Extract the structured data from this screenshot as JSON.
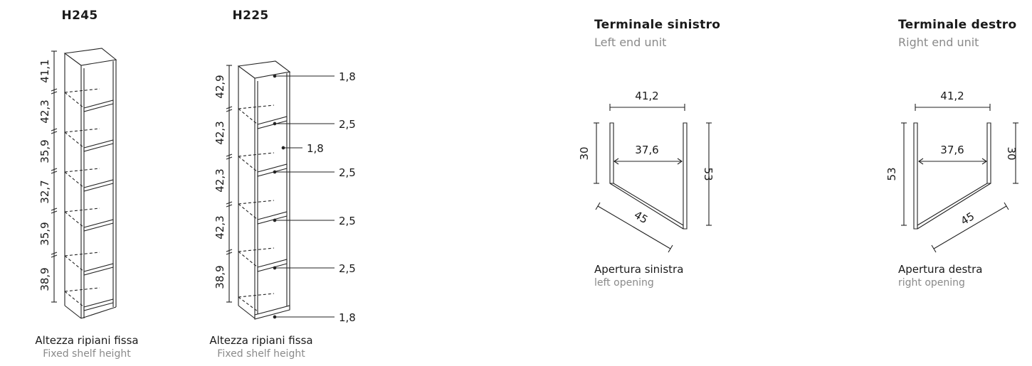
{
  "units": [
    {
      "title": "H245",
      "heights": [
        "41,1",
        "42,3",
        "35,9",
        "32,7",
        "35,9",
        "38,9"
      ],
      "caption_it": "Altezza ripiani fissa",
      "caption_en": "Fixed shelf height"
    },
    {
      "title": "H225",
      "heights": [
        "42,9",
        "42,3",
        "42,3",
        "42,3",
        "38,9"
      ],
      "thicknesses": [
        "1,8",
        "2,5",
        "1,8",
        "2,5",
        "2,5",
        "2,5",
        "1,8"
      ],
      "caption_it": "Altezza ripiani fissa",
      "caption_en": "Fixed shelf height"
    }
  ],
  "end_units": [
    {
      "title": "Terminale sinistro",
      "subtitle": "Left end unit",
      "width": "41,2",
      "inner_width": "37,6",
      "short_side": "30",
      "long_side": "53",
      "diagonal": "45",
      "caption_it": "Apertura sinistra",
      "caption_en": "left opening"
    },
    {
      "title": "Terminale destro",
      "subtitle": "Right end unit",
      "width": "41,2",
      "inner_width": "37,6",
      "short_side": "30",
      "long_side": "53",
      "diagonal": "45",
      "caption_it": "Apertura destra",
      "caption_en": "right opening"
    }
  ]
}
